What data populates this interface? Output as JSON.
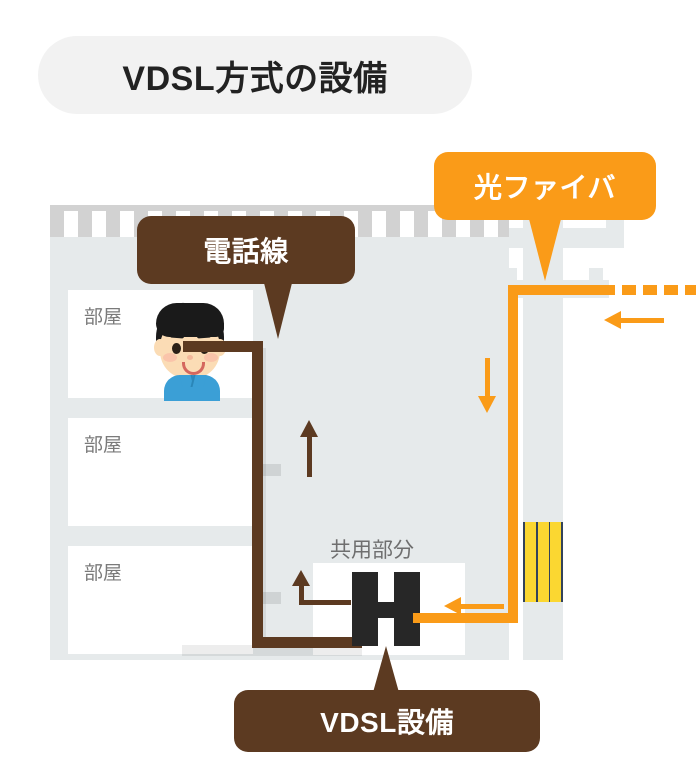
{
  "title": {
    "text": "VDSL方式の設備"
  },
  "callouts": {
    "fiber": {
      "label": "光ファイバ",
      "color": "#fa9b18"
    },
    "phone_line": {
      "label": "電話線",
      "color": "#5c3a21"
    },
    "vdsl_equipment": {
      "label": "VDSL設備",
      "color": "#5c3a21"
    }
  },
  "building": {
    "rooms": [
      {
        "label": "部屋"
      },
      {
        "label": "部屋"
      },
      {
        "label": "部屋"
      }
    ],
    "common_area": {
      "label": "共用部分"
    }
  },
  "colors": {
    "background": "#ffffff",
    "title_pill": "#f2f2f2",
    "building_body": "#e6eaeb",
    "building_roof": "#d2d2d2",
    "room_fill": "#ffffff",
    "phone_cable": "#5c3a21",
    "fiber_cable": "#fa9b18",
    "vdsl_device": "#272727",
    "hazard_navy": "#33435a",
    "hazard_yellow": "#fbd731",
    "label_gray": "#7a7a7a"
  }
}
